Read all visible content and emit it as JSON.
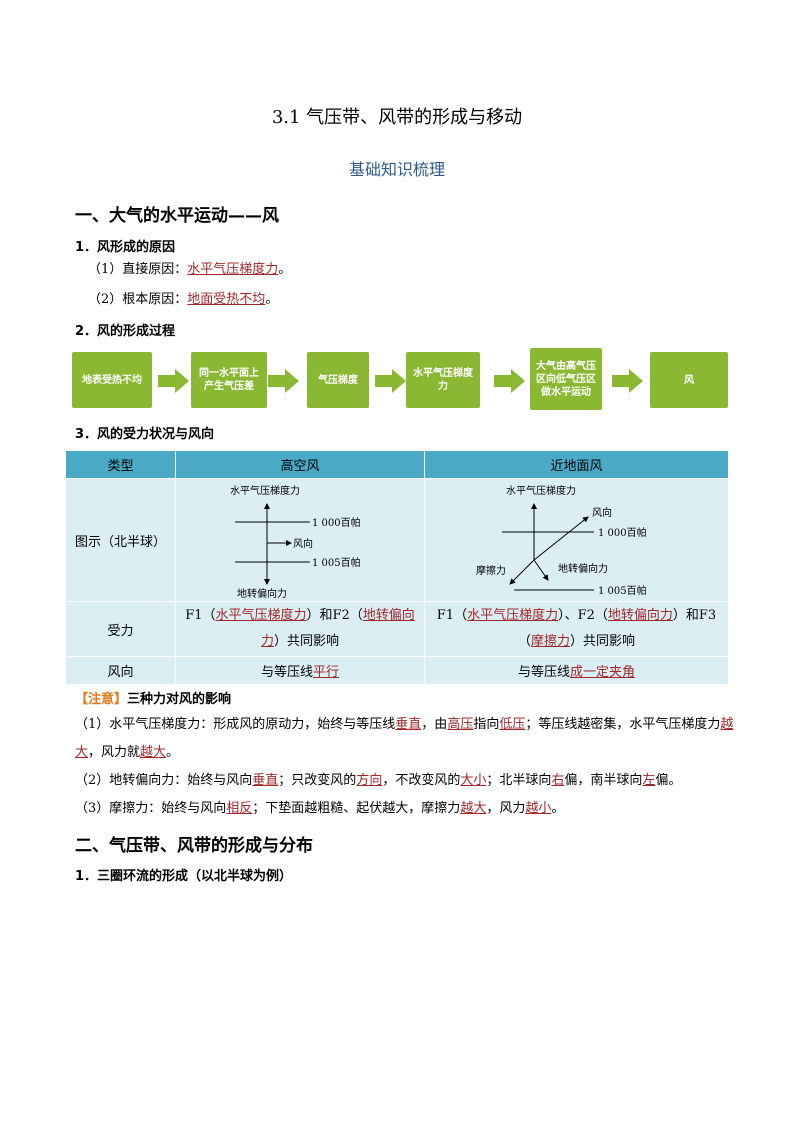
{
  "title": "3.1  气压带、风带的形成与移动",
  "subtitle": "基础知识梳理",
  "section1": {
    "heading": "一、大气的水平运动——风",
    "item1": "1．风形成的原因",
    "line1": [
      [
        "（1）直接原因：",
        false
      ],
      [
        "水平气压梯度力",
        true
      ],
      [
        "。",
        false
      ]
    ],
    "line2": [
      [
        "（2）根本原因：",
        false
      ],
      [
        "地面受热不均",
        true
      ],
      [
        "。",
        false
      ]
    ],
    "item2": "2．风的形成过程",
    "flow": [
      "地表受热不均",
      "同一水平面上产生气压差",
      "气压梯度",
      "水平气压梯度力",
      "大气由高气压区向低气压区做水平运动",
      "风"
    ],
    "item3": "3．风的受力状况与风向"
  },
  "table": {
    "headers": [
      "类型",
      "高空风",
      "近地面风"
    ],
    "row_diagram": "图示（北半球）",
    "high_diagram": {
      "top": "水平气压梯度力",
      "iso1": "1 000百帕",
      "wind": "风向",
      "iso2": "1 005百帕",
      "bottom": "地转偏向力"
    },
    "low_diagram": {
      "top": "水平气压梯度力",
      "wind": "风向",
      "iso1": "1 000百帕",
      "friction": "摩擦力",
      "coriolis": "地转偏向力",
      "iso2": "1 005百帕"
    },
    "row_force": "受力",
    "high_force": [
      [
        "F1（",
        false
      ],
      [
        "水平气压梯度力",
        true
      ],
      [
        "）和F2（",
        false
      ],
      [
        "地转偏向力",
        true
      ],
      [
        "）共同影响",
        false
      ]
    ],
    "low_force": [
      [
        "F1（",
        false
      ],
      [
        "水平气压梯度力",
        true
      ],
      [
        "）、F2（",
        false
      ],
      [
        "地转偏向力",
        true
      ],
      [
        "）和F3（",
        false
      ],
      [
        "摩擦力",
        true
      ],
      [
        "）共同影响",
        false
      ]
    ],
    "row_dir": "风向",
    "high_dir": [
      [
        "与等压线",
        false
      ],
      [
        "平行",
        true
      ]
    ],
    "low_dir": [
      [
        "与等压线",
        false
      ],
      [
        "成一定夹角",
        true
      ]
    ]
  },
  "note": {
    "tag": "【注意】",
    "title": "三种力对风的影响",
    "p1": [
      [
        "（1）水平气压梯度力：形成风的原动力，始终与等压线",
        false
      ],
      [
        "垂直",
        true
      ],
      [
        "，由",
        false
      ],
      [
        "高压",
        true
      ],
      [
        "指向",
        false
      ],
      [
        "低压",
        true
      ],
      [
        "；等压线越密集，水平气压梯度力",
        false
      ],
      [
        "越大",
        true
      ],
      [
        "，风力就",
        false
      ],
      [
        "越大",
        true
      ],
      [
        "。",
        false
      ]
    ],
    "p2": [
      [
        "（2）地转偏向力：始终与风向",
        false
      ],
      [
        "垂直",
        true
      ],
      [
        "；只改变风的",
        false
      ],
      [
        "方向",
        true
      ],
      [
        "，不改变风的",
        false
      ],
      [
        "大小",
        true
      ],
      [
        "；北半球向",
        false
      ],
      [
        "右",
        true
      ],
      [
        "偏，南半球向",
        false
      ],
      [
        "左",
        true
      ],
      [
        "偏。",
        false
      ]
    ],
    "p3": [
      [
        "（3）摩擦力：始终与风向",
        false
      ],
      [
        "相反",
        true
      ],
      [
        "；下垫面越粗糙、起伏越大，摩擦力",
        false
      ],
      [
        "越大",
        true
      ],
      [
        "，风力",
        false
      ],
      [
        "越小",
        true
      ],
      [
        "。",
        false
      ]
    ]
  },
  "section2": {
    "heading": "二、气压带、风带的形成与分布",
    "item1": "1．三圈环流的形成（以北半球为例）"
  },
  "colors": {
    "answer": "#a0282a",
    "flow": "#8ab832",
    "table_header": "#4aa9c4",
    "table_body": "#dbeef3"
  }
}
